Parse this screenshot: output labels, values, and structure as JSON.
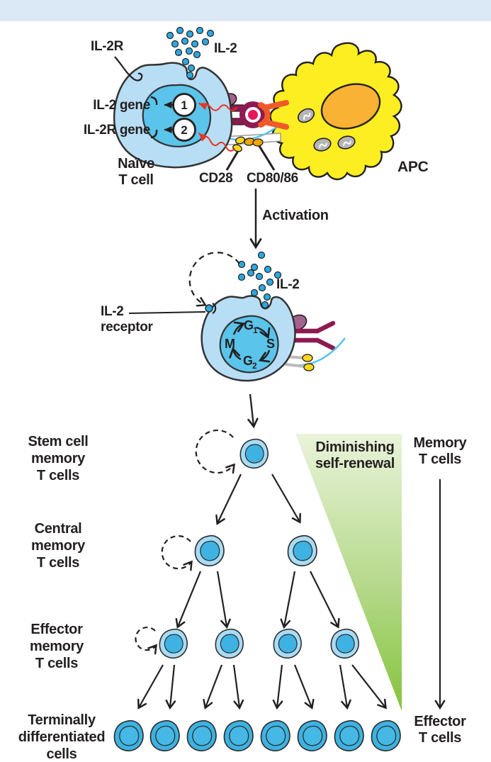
{
  "figure": {
    "title_hint": "IL-2 driven T cell activation and memory T cell differentiation diagram"
  },
  "colors": {
    "banner_blue": "#dbe8f6",
    "t_cell_body": "#b8def5",
    "t_cell_nucleus": "#5ac4ea",
    "tree_cell_ring": "#a9dbf4",
    "tree_cell_nucleus": "#3eb3e3",
    "terminal_cell": "#3db2e0",
    "il2_dot": "#2ba9e0",
    "apc_yellow": "#fcee21",
    "apc_nucleus_orange": "#f9b233",
    "organelle_gray": "#b5b5b5",
    "tcr_maroon": "#8e1a52",
    "mhc_orange": "#f05a28",
    "peptide_pink": "#e8175d",
    "cd4_purple": "#a3638f",
    "cd28_yellow": "#ffd81e",
    "cd80_gold": "#f0a50a",
    "signal_red": "#ed3324",
    "sky_curve": "#56c2f0",
    "green_light": "#e9f3d9",
    "green_dark": "#85c33d",
    "ink": "#231f20"
  },
  "top_section": {
    "il2r_label": "IL-2R",
    "il2_label": "IL-2",
    "il2_gene_label": "IL-2 gene",
    "il2r_gene_label": "IL-2R gene",
    "gene_step_1": "1",
    "gene_step_2": "2",
    "naive_t_cell_label": "Naïve\nT cell",
    "cd28_label": "CD28",
    "cd80_86_label": "CD80/86",
    "apc_label": "APC"
  },
  "middle_section": {
    "activation_label": "Activation",
    "il2_label": "IL-2",
    "il2_receptor_label": "IL-2\nreceptor",
    "cell_cycle": {
      "g1_base": "G",
      "g1_sub": "1",
      "s": "S",
      "g2_base": "G",
      "g2_sub": "2",
      "m": "M"
    }
  },
  "tree_section": {
    "rows": [
      {
        "label": "Stem cell\nmemory\nT cells"
      },
      {
        "label": "Central\nmemory\nT cells"
      },
      {
        "label": "Effector\nmemory\nT cells"
      },
      {
        "label": "Terminally\ndifferentiated\ncells"
      }
    ],
    "diminishing_label": "Diminishing\nself-renewal",
    "memory_t_cells_label": "Memory\nT cells",
    "effector_t_cells_label": "Effector\nT cells"
  }
}
